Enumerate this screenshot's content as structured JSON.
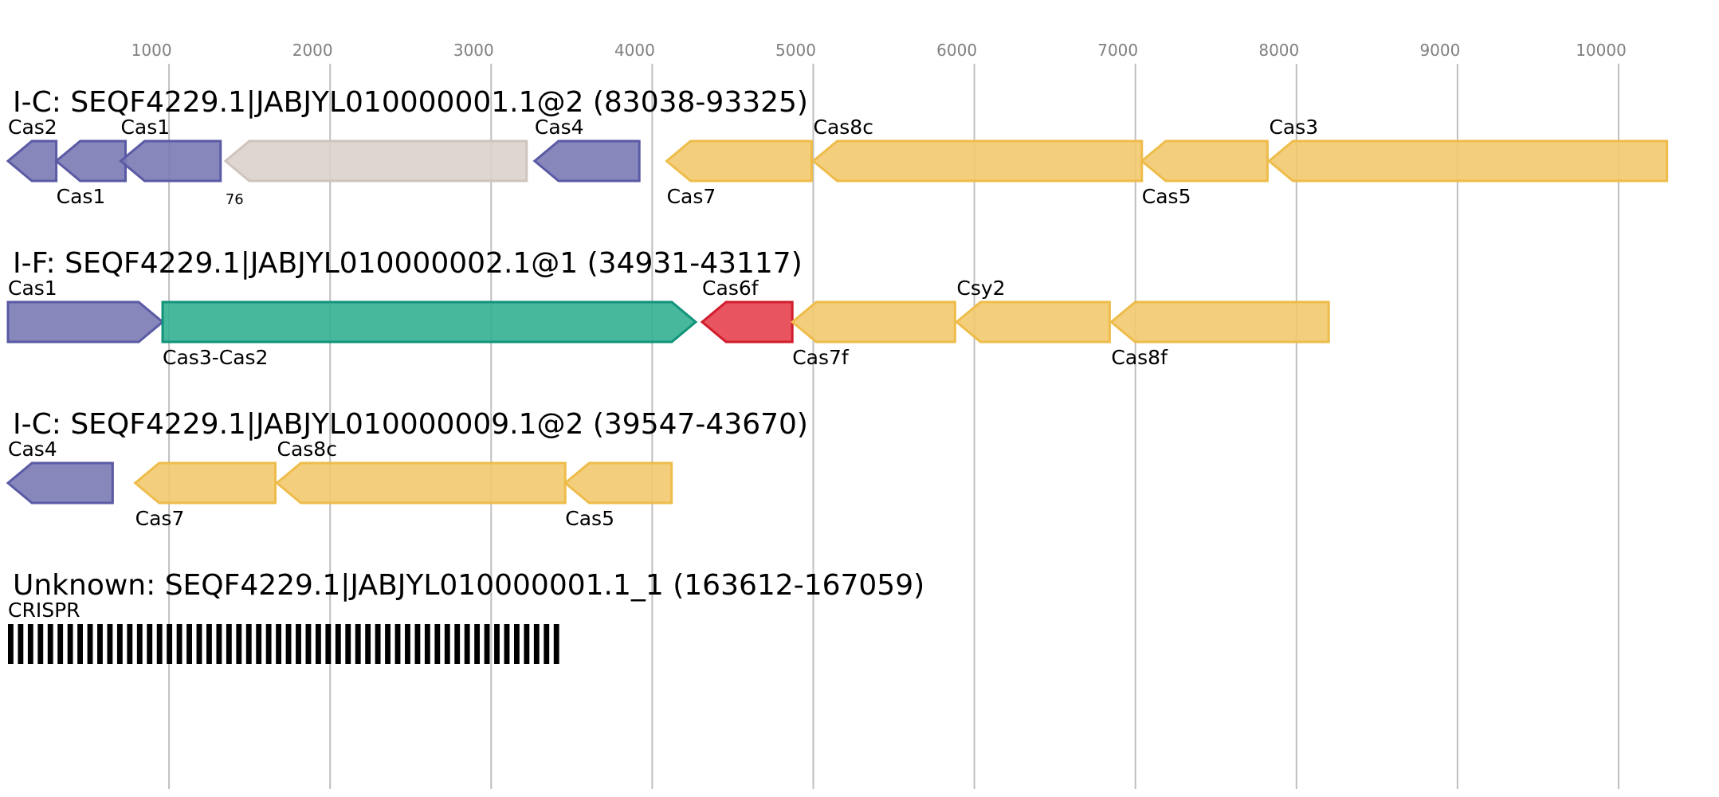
{
  "colors": {
    "purple": "#7a7ab5",
    "purple_edge": "#5a5aa5",
    "yellow": "#f2c96e",
    "yellow_edge": "#eebc4a",
    "teal": "#33b091",
    "teal_edge": "#12937a",
    "red": "#e64350",
    "red_edge": "#d11d2d",
    "gray": "#dcd2cc",
    "gray_edge": "#cfc4bd",
    "crispr": "#000000",
    "grid": "#bfbfbf",
    "tick_text": "#808080"
  },
  "axis": {
    "ticks": [
      1000,
      2000,
      3000,
      4000,
      5000,
      6000,
      7000,
      8000,
      9000,
      10000
    ],
    "tick_labels": [
      "1000",
      "2000",
      "3000",
      "4000",
      "5000",
      "6000",
      "7000",
      "8000",
      "9000",
      "10000"
    ]
  },
  "loci": [
    {
      "title": "I-C: SEQF4229.1|JABJYL010000001.1@2 (83038-93325)",
      "genes": [
        {
          "label": "Cas2",
          "start": 0,
          "end": 300,
          "strand": -1,
          "color": "purple",
          "label_pos": "above"
        },
        {
          "label": "Cas1",
          "start": 300,
          "end": 730,
          "strand": -1,
          "color": "purple",
          "label_pos": "below"
        },
        {
          "label": "Cas1",
          "start": 700,
          "end": 1320,
          "strand": -1,
          "color": "purple",
          "label_pos": "above"
        },
        {
          "label": "76",
          "start": 1350,
          "end": 3220,
          "strand": -1,
          "color": "gray",
          "label_pos": "below",
          "small": true
        },
        {
          "label": "Cas4",
          "start": 3270,
          "end": 3920,
          "strand": -1,
          "color": "purple",
          "label_pos": "above"
        },
        {
          "label": "Cas7",
          "start": 4090,
          "end": 4990,
          "strand": -1,
          "color": "yellow",
          "label_pos": "below"
        },
        {
          "label": "Cas8c",
          "start": 5000,
          "end": 7040,
          "strand": -1,
          "color": "yellow",
          "label_pos": "above"
        },
        {
          "label": "Cas5",
          "start": 7040,
          "end": 7820,
          "strand": -1,
          "color": "yellow",
          "label_pos": "below"
        },
        {
          "label": "Cas3",
          "start": 7830,
          "end": 10300,
          "strand": -1,
          "color": "yellow",
          "label_pos": "above"
        }
      ]
    },
    {
      "title": "I-F: SEQF4229.1|JABJYL010000002.1@1 (34931-43117)",
      "genes": [
        {
          "label": "Cas1",
          "start": 0,
          "end": 960,
          "strand": 1,
          "color": "purple",
          "label_pos": "above"
        },
        {
          "label": "Cas3-Cas2",
          "start": 960,
          "end": 4270,
          "strand": 1,
          "color": "teal",
          "label_pos": "below"
        },
        {
          "label": "Cas6f",
          "start": 4310,
          "end": 4870,
          "strand": -1,
          "color": "red",
          "label_pos": "above"
        },
        {
          "label": "Cas7f",
          "start": 4870,
          "end": 5880,
          "strand": -1,
          "color": "yellow",
          "label_pos": "below"
        },
        {
          "label": "Csy2",
          "start": 5890,
          "end": 6840,
          "strand": -1,
          "color": "yellow",
          "label_pos": "above"
        },
        {
          "label": "Cas8f",
          "start": 6850,
          "end": 8200,
          "strand": -1,
          "color": "yellow",
          "label_pos": "below"
        }
      ]
    },
    {
      "title": "I-C: SEQF4229.1|JABJYL010000009.1@2 (39547-43670)",
      "genes": [
        {
          "label": "Cas4",
          "start": 0,
          "end": 650,
          "strand": -1,
          "color": "purple",
          "label_pos": "above"
        },
        {
          "label": "Cas7",
          "start": 790,
          "end": 1660,
          "strand": -1,
          "color": "yellow",
          "label_pos": "below"
        },
        {
          "label": "Cas8c",
          "start": 1670,
          "end": 3460,
          "strand": -1,
          "color": "yellow",
          "label_pos": "above"
        },
        {
          "label": "Cas5",
          "start": 3460,
          "end": 4120,
          "strand": -1,
          "color": "yellow",
          "label_pos": "below"
        }
      ]
    },
    {
      "title": "Unknown: SEQF4229.1|JABJYL010000001.1_1 (163612-167059)",
      "crispr": {
        "label": "CRISPR",
        "start": 0,
        "end": 3450,
        "repeats": 56
      }
    }
  ]
}
